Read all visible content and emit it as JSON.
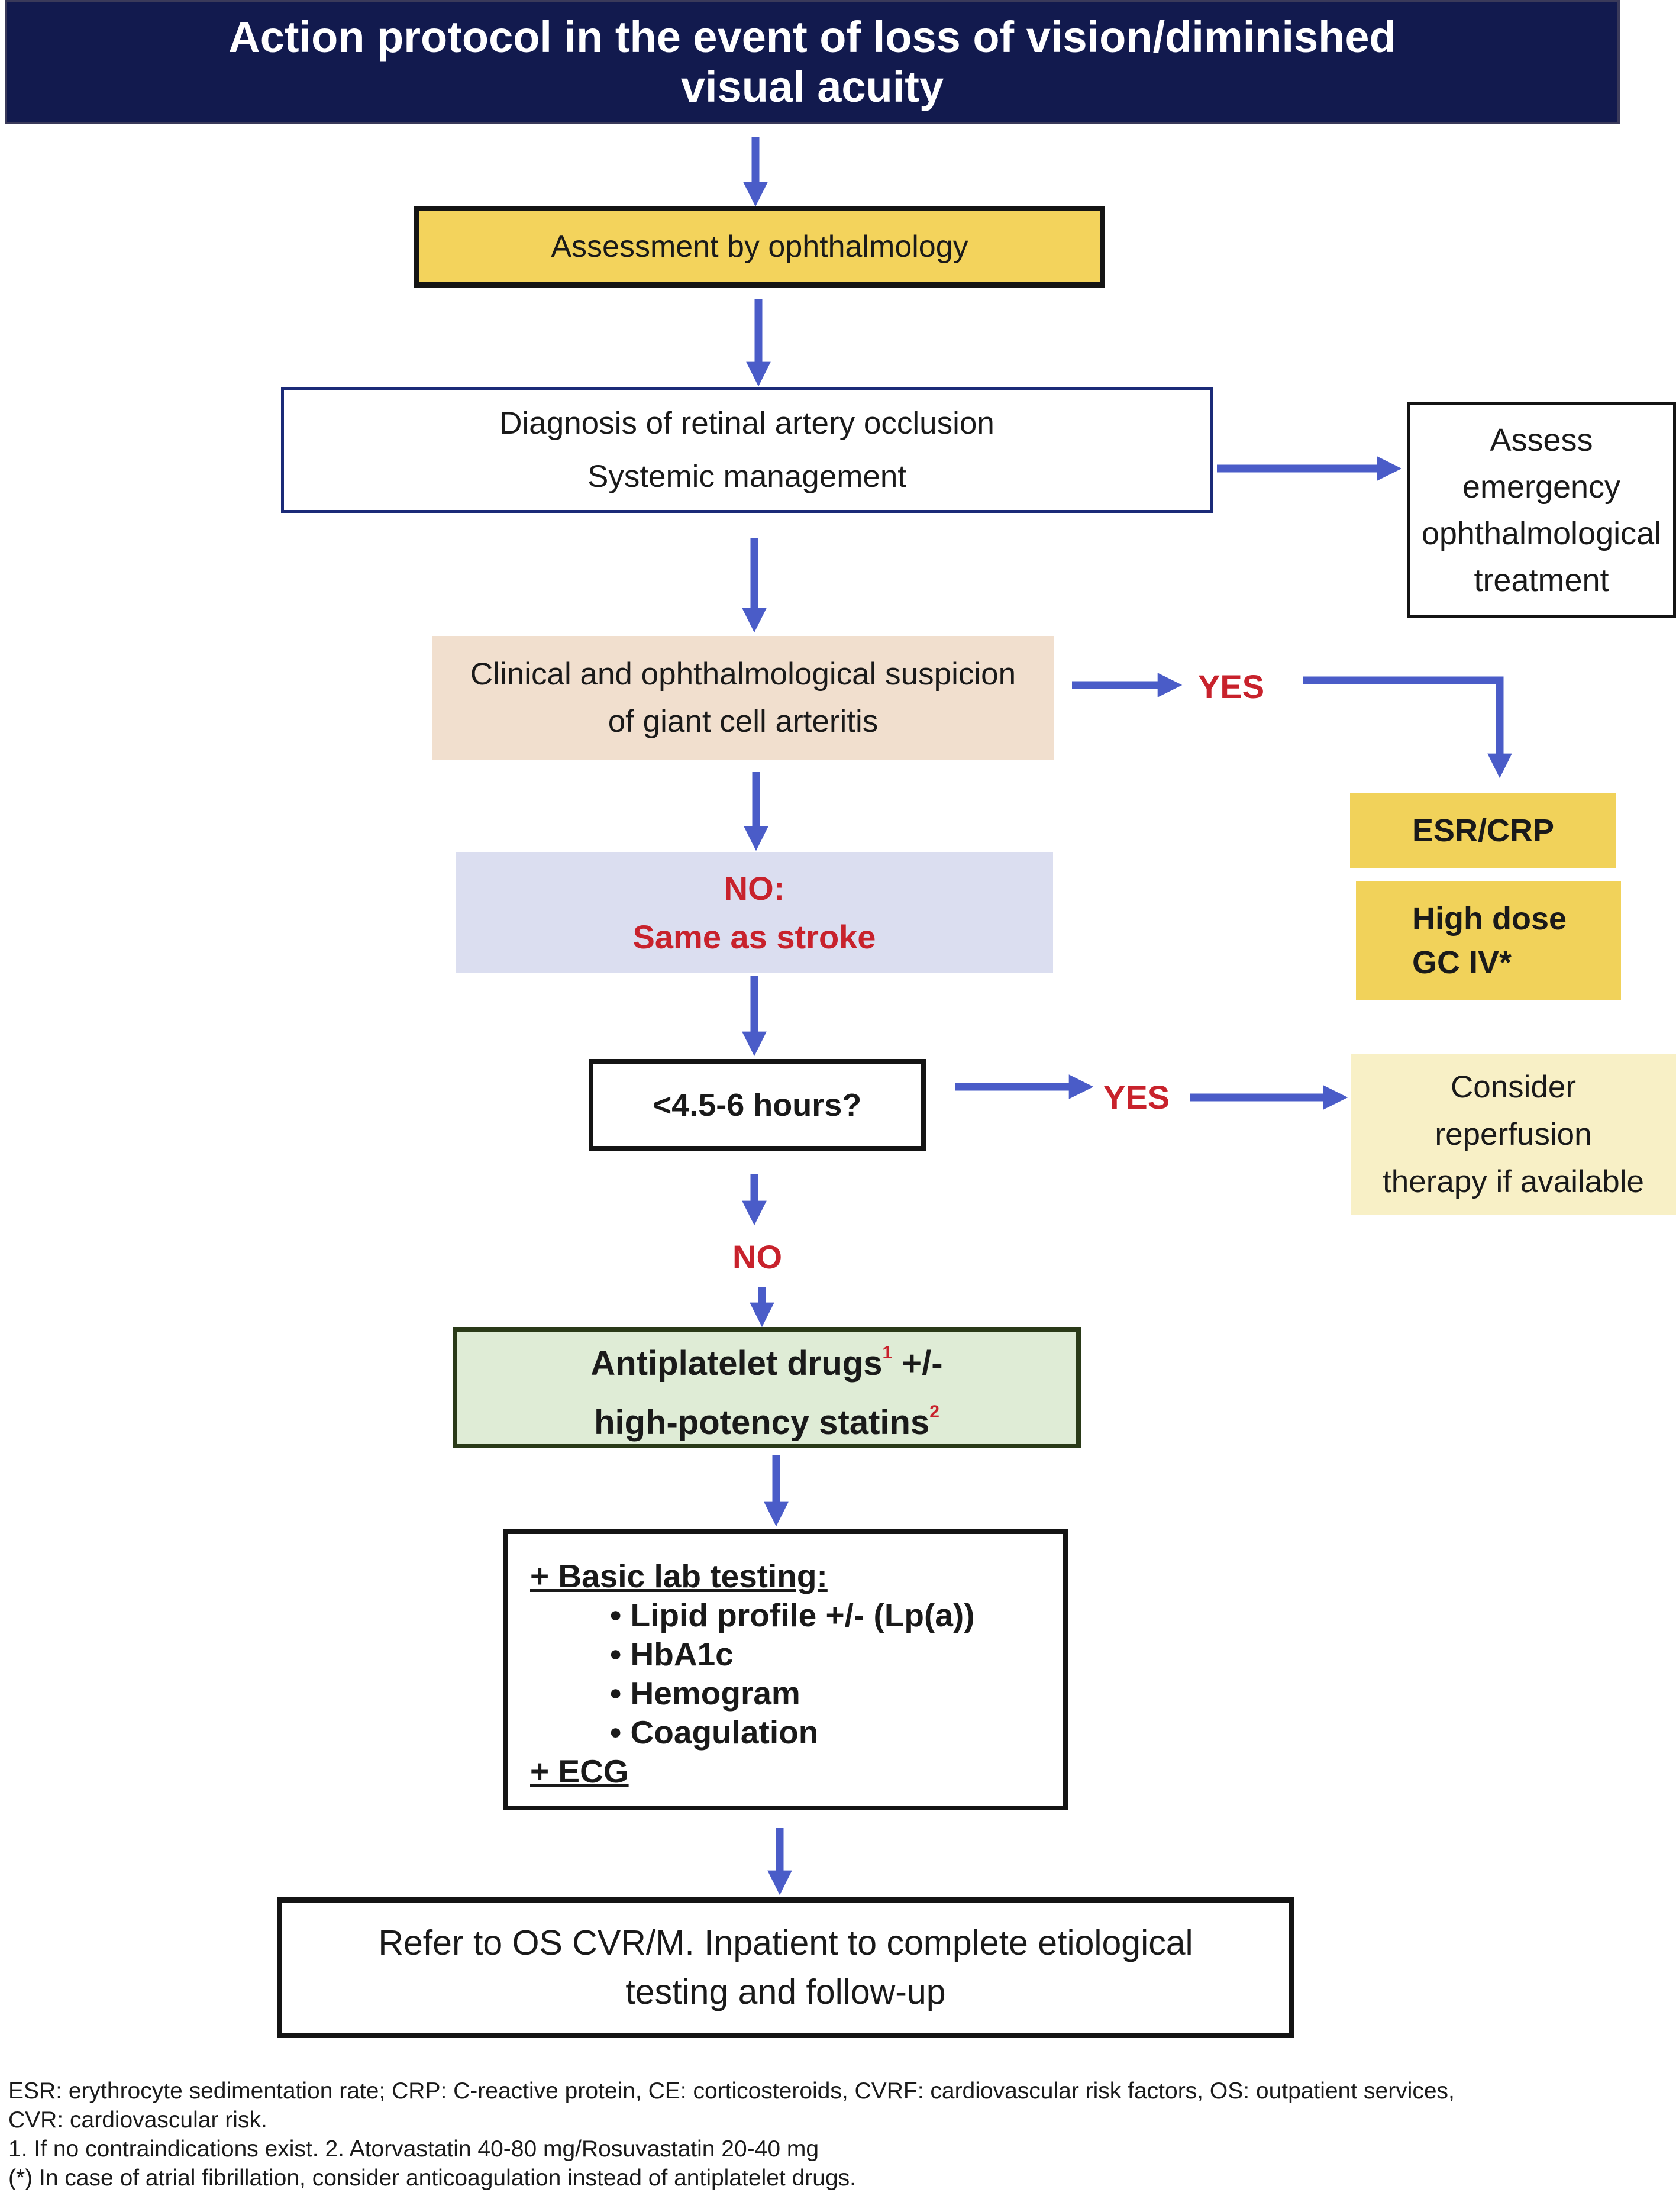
{
  "title": {
    "line1": "Action protocol in the event of loss of vision/diminished",
    "line2": "visual acuity"
  },
  "nodes": {
    "assessment": "Assessment by ophthalmology",
    "diagnosis_line1": "Diagnosis of retinal artery occlusion",
    "diagnosis_line2": "Systemic management",
    "emergency_line1": "Assess",
    "emergency_line2": "emergency",
    "emergency_line3": "ophthalmological",
    "emergency_line4": "treatment",
    "gca_line1": "Clinical and ophthalmological suspicion",
    "gca_line2": "of giant cell arteritis",
    "esr_crp": "ESR/CRP",
    "gc_line1": "High dose",
    "gc_line2": "GC IV*",
    "no_line1": "NO:",
    "no_line2": "Same as stroke",
    "time": "<4.5-6 hours?",
    "reperfusion_line1": "Consider",
    "reperfusion_line2": "reperfusion",
    "reperfusion_line3": "therapy if available",
    "antiplatelet_line1": "Antiplatelet drugs",
    "antiplatelet_sup1": "1",
    "antiplatelet_suffix1": " +/-",
    "antiplatelet_line2": "high-potency statins",
    "antiplatelet_sup2": "2",
    "lab_header": "+ Basic lab testing:",
    "lab_items": [
      "• Lipid profile +/- (Lp(a))",
      "• HbA1c",
      "• Hemogram",
      "• Coagulation"
    ],
    "lab_footer": "+ ECG",
    "refer_line1": "Refer to OS CVR/M. Inpatient to complete etiological",
    "refer_line2": "testing and follow-up"
  },
  "edge_labels": {
    "yes_gca": "YES",
    "yes_time": "YES",
    "no_time": "NO"
  },
  "footnotes": [
    "ESR: erythrocyte sedimentation rate; CRP: C-reactive protein, CE: corticosteroids, CVRF: cardiovascular risk factors, OS: outpatient services,",
    "CVR: cardiovascular risk.",
    "1. If no contraindications exist. 2. Atorvastatin 40-80 mg/Rosuvastatin 20-40 mg",
    "(*) In case of atrial fibrillation, consider anticoagulation instead of antiplatelet drugs."
  ],
  "colors": {
    "title_bg": "#121a4e",
    "arrow": "#4a5cc8",
    "red": "#c8222c",
    "yellow": "#f3d35c",
    "peach": "#f1dfce",
    "lavender": "#dbdef0",
    "green": "#dfecd6",
    "cream": "#f8f0c6"
  }
}
